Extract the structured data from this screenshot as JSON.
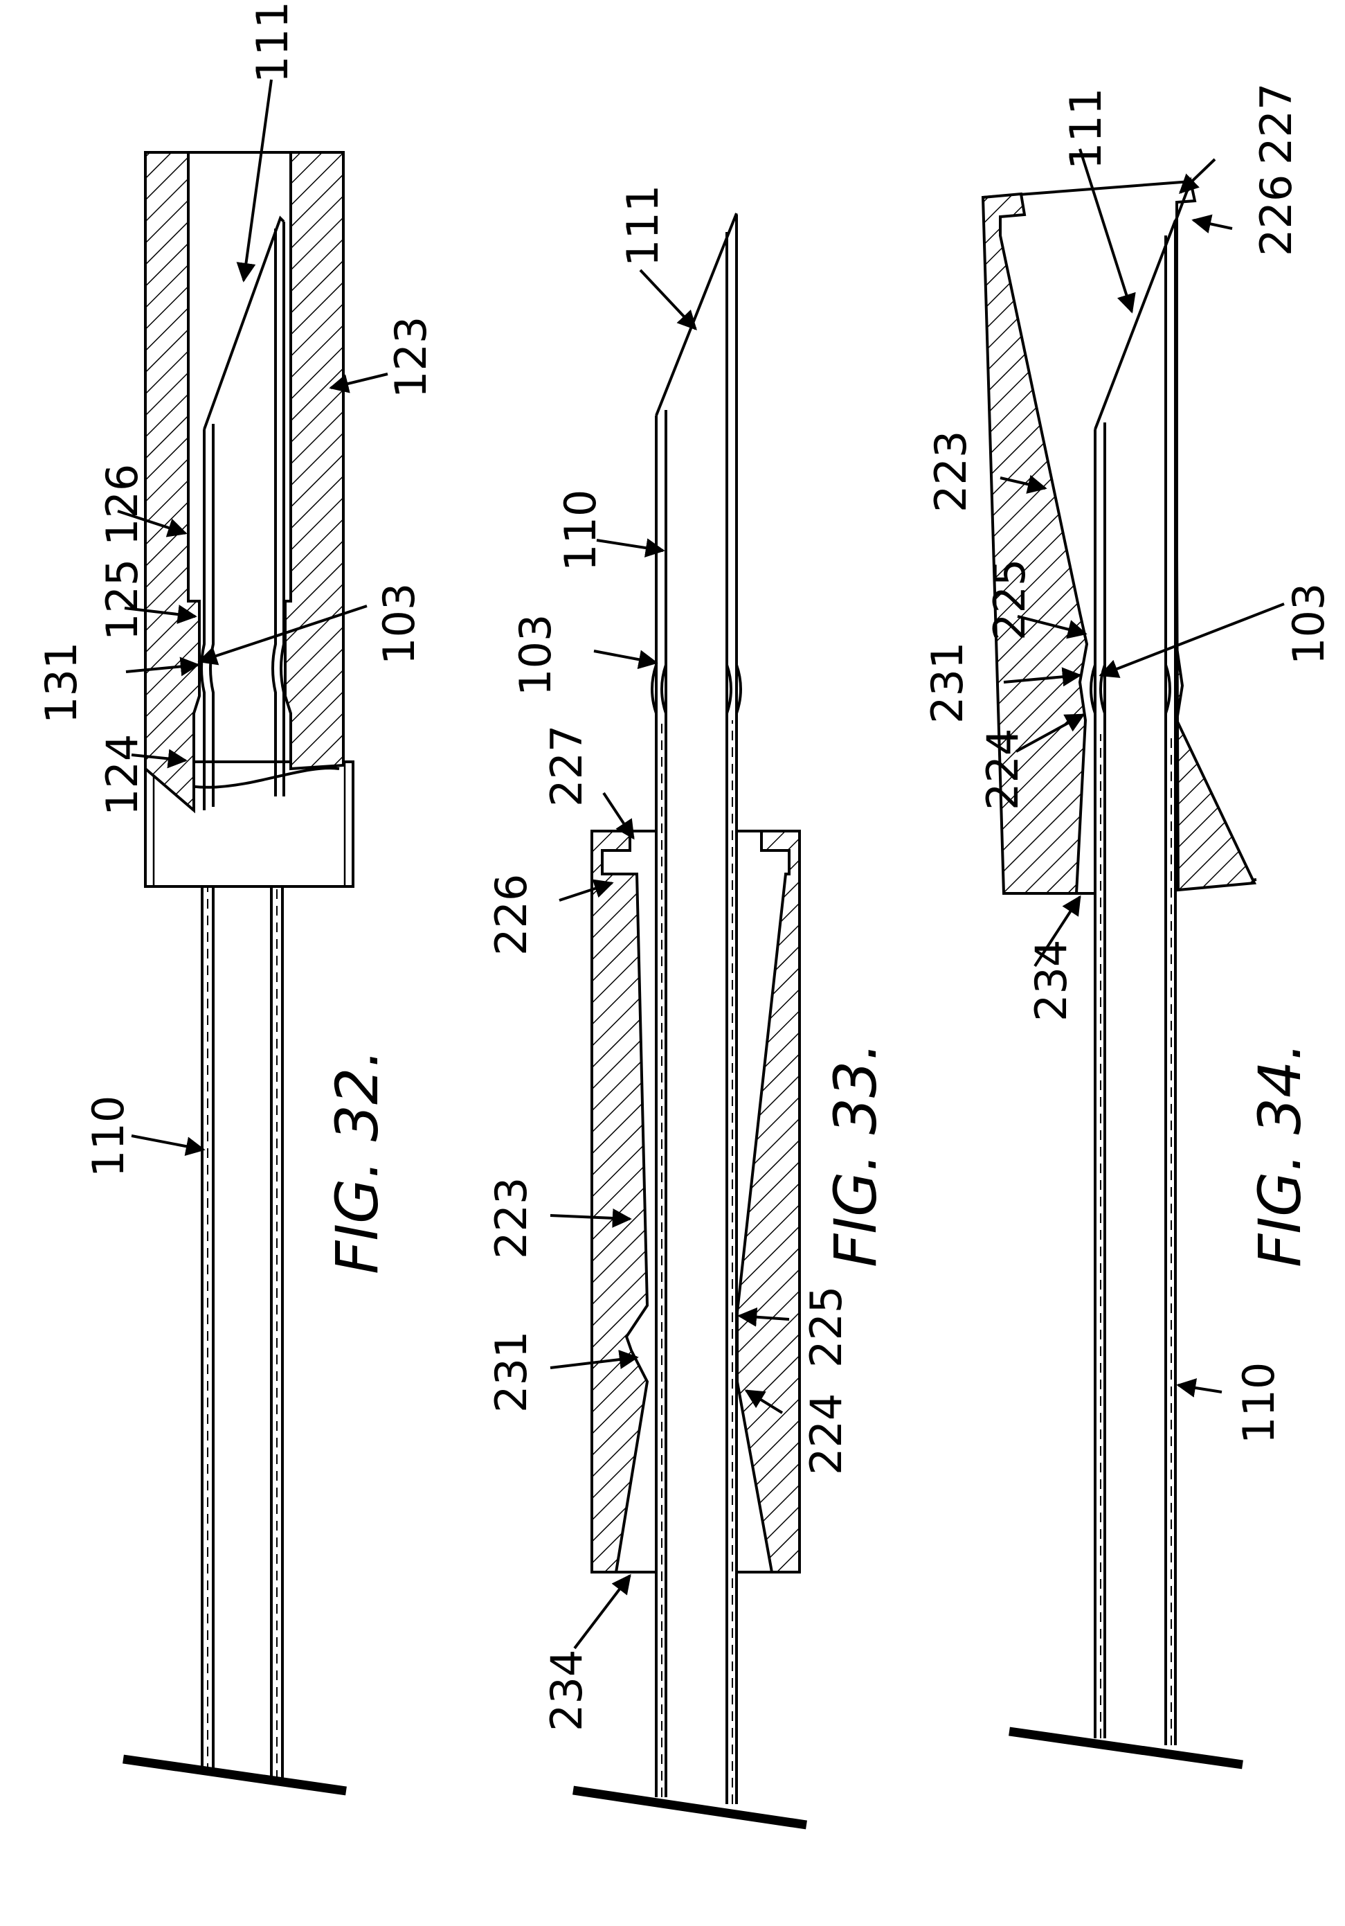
{
  "figures": [
    {
      "caption": "FIG. 32.",
      "labels": [
        "111",
        "123",
        "126",
        "125",
        "131",
        "103",
        "124",
        "110"
      ]
    },
    {
      "caption": "FIG. 33.",
      "labels": [
        "111",
        "110",
        "103",
        "227",
        "226",
        "223",
        "231",
        "225",
        "224",
        "234"
      ]
    },
    {
      "caption": "FIG. 34.",
      "labels": [
        "227",
        "111",
        "226",
        "223",
        "225",
        "231",
        "103",
        "224",
        "234",
        "110"
      ]
    }
  ],
  "colors": {
    "ink": "#000000",
    "paper": "#ffffff"
  }
}
